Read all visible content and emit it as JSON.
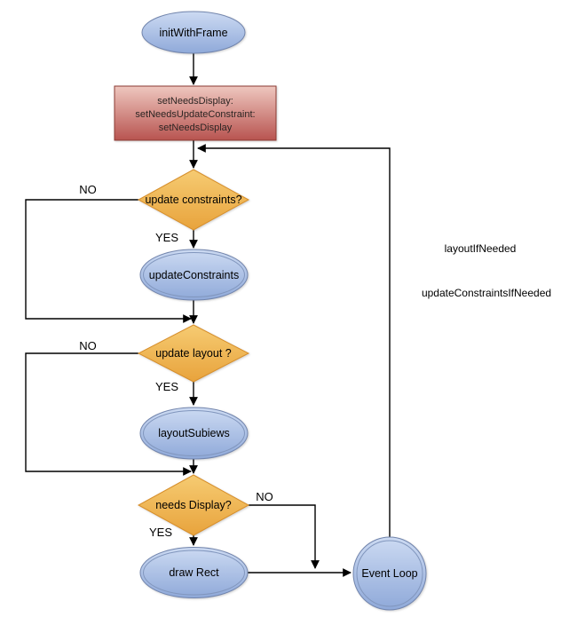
{
  "flowchart": {
    "nodes": {
      "init_with_frame": {
        "label": "initWithFrame"
      },
      "set_needs_box": {
        "lines": [
          "setNeedsDisplay:",
          "setNeedsUpdateConstraint:",
          "setNeedsDisplay"
        ]
      },
      "update_constraints_q": {
        "label": "update constraints?"
      },
      "update_constraints": {
        "label": "updateConstraints"
      },
      "update_layout_q": {
        "label": "update layout ?"
      },
      "layout_subviews": {
        "label": "layoutSubiews"
      },
      "needs_display_q": {
        "label": "needs Display?"
      },
      "draw_rect": {
        "label": "draw Rect"
      },
      "event_loop": {
        "label": "Event Loop"
      }
    },
    "edge_labels": {
      "no_update_constraints": "NO",
      "yes_update_constraints": "YES",
      "no_update_layout": "NO",
      "yes_update_layout": "YES",
      "no_needs_display": "NO",
      "yes_needs_display": "YES"
    },
    "annotations": {
      "layout_if_needed": "layoutIfNeeded",
      "update_constraints_if_needed": "updateConstraintsIfNeeded"
    },
    "colors": {
      "process_fill_top": "#ccdaf2",
      "process_fill_bottom": "#8fa9d9",
      "process_stroke": "#7285ad",
      "decision_fill_top": "#f6cb72",
      "decision_fill_bottom": "#e8a33c",
      "decision_stroke": "#d78f2c",
      "alert_fill_top": "#eec7bf",
      "alert_fill_bottom": "#b85450",
      "alert_stroke": "#8c3b33",
      "edge_color": "#000000"
    }
  }
}
